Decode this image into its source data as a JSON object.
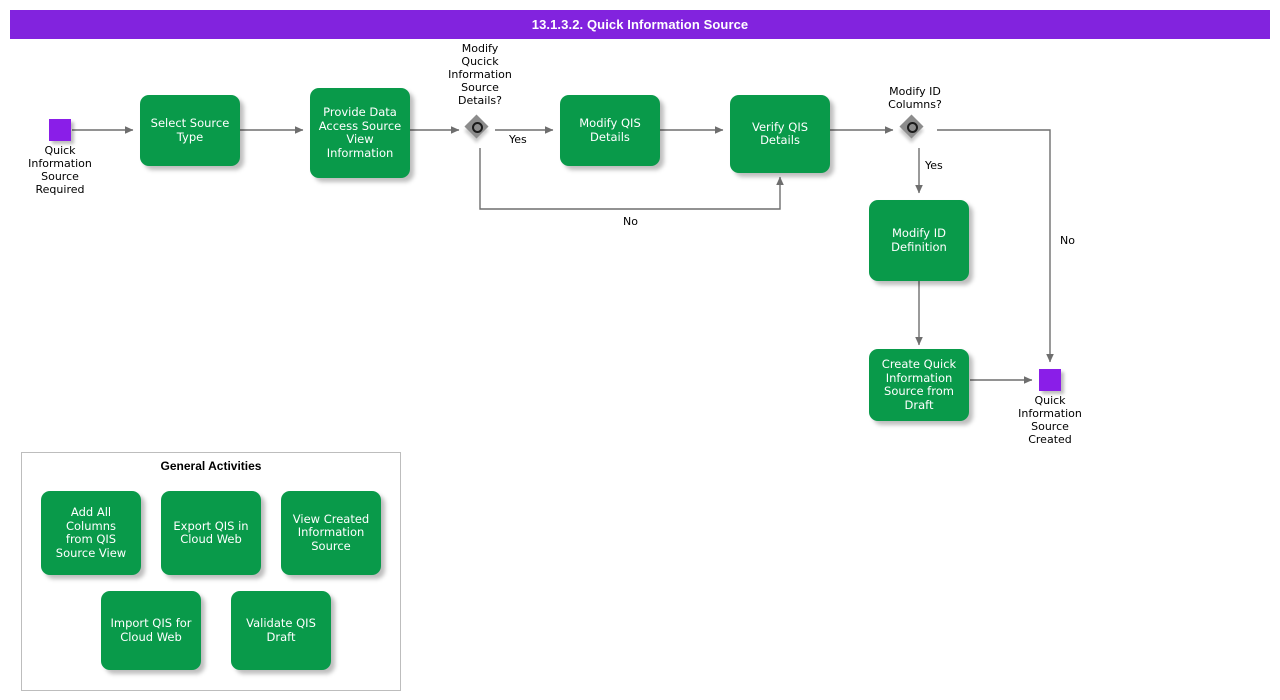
{
  "header": {
    "title": "13.1.3.2. Quick Information Source"
  },
  "colors": {
    "banner_purple": "#8223de",
    "event_purple": "#8a1ee8",
    "task_green": "#099a4a",
    "gateway_gray": "#8c8c8c",
    "edge_gray": "#6e6e6e",
    "panel_border": "#bdbdbd"
  },
  "flow": {
    "start_event": {
      "label": "Quick\nInformation\nSource\nRequired"
    },
    "end_event": {
      "label": "Quick\nInformation\nSource\nCreated"
    },
    "tasks": [
      {
        "id": "select-source-type",
        "label": "Select Source\nType"
      },
      {
        "id": "provide-data-access",
        "label": "Provide Data\nAccess Source\nView\nInformation"
      },
      {
        "id": "modify-qis-details",
        "label": "Modify QIS\nDetails"
      },
      {
        "id": "verify-qis-details",
        "label": "Verify QIS\nDetails"
      },
      {
        "id": "modify-id-definition",
        "label": "Modify ID\nDefinition"
      },
      {
        "id": "create-qis-from-draft",
        "label": "Create Quick\nInformation\nSource from\nDraft"
      }
    ],
    "gateways": [
      {
        "id": "modify-qis-details-gateway",
        "label": "Modify\nQucick\nInformation\nSource\nDetails?"
      },
      {
        "id": "modify-id-columns-gateway",
        "label": "Modify ID\nColumns?"
      }
    ],
    "edge_labels": {
      "gateway1_yes": "Yes",
      "gateway1_no": "No",
      "gateway2_yes": "Yes",
      "gateway2_no": "No"
    }
  },
  "general_activities": {
    "title": "General Activities",
    "items": [
      {
        "id": "add-all-columns-from-qis-source-view",
        "label": "Add All Columns\nfrom QIS\nSource View"
      },
      {
        "id": "export-qis-in-cloud-web",
        "label": "Export QIS in\nCloud Web"
      },
      {
        "id": "view-created-information-source",
        "label": "View Created\nInformation\nSource"
      },
      {
        "id": "import-qis-for-cloud-web",
        "label": "Import QIS for\nCloud Web"
      },
      {
        "id": "validate-qis-draft",
        "label": "Validate QIS\nDraft"
      }
    ]
  }
}
